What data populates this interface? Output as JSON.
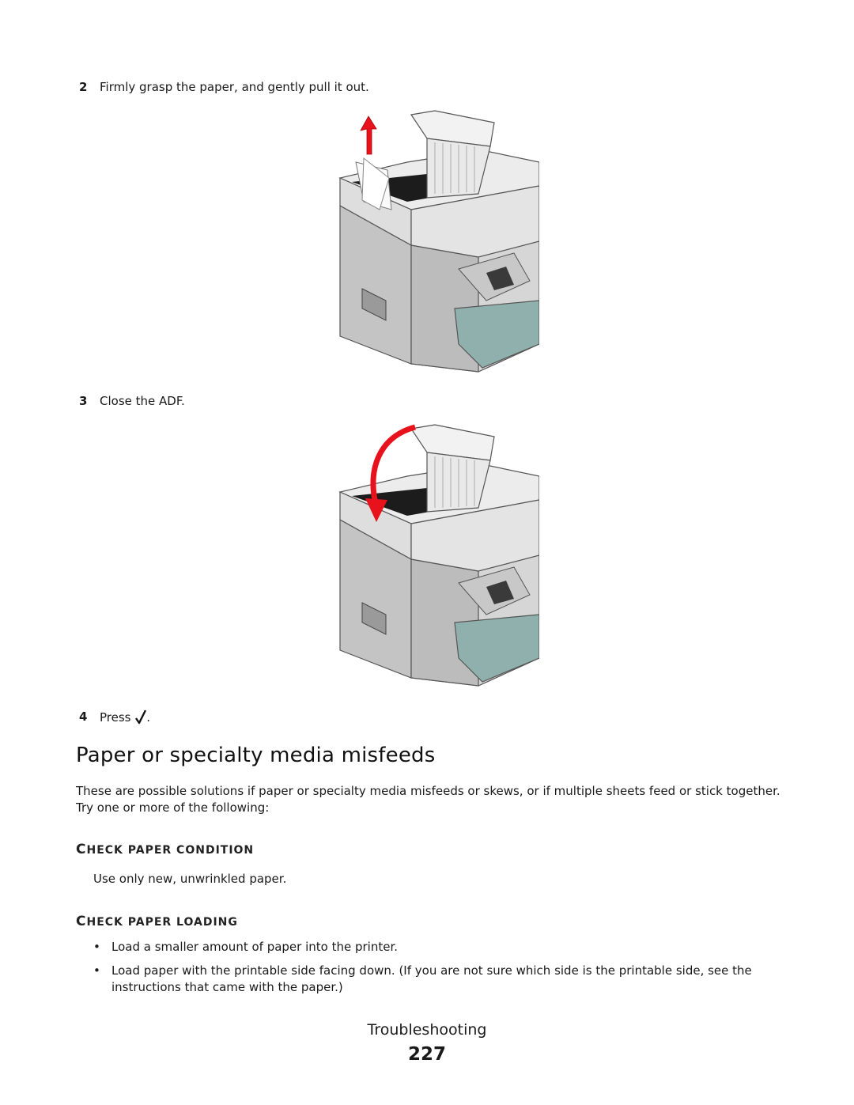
{
  "steps": [
    {
      "num": "2",
      "text": "Firmly grasp the paper, and gently pull it out."
    },
    {
      "num": "3",
      "text": "Close the ADF."
    },
    {
      "num": "4",
      "text_before": "Press",
      "icon": "checkmark-icon",
      "text_after": "."
    }
  ],
  "section": {
    "title": "Paper or specialty media misfeeds",
    "intro": "These are possible solutions if paper or specialty media misfeeds or skews, or if multiple sheets feed or stick together. Try one or more of the following:"
  },
  "subsections": [
    {
      "heading_initial": "C",
      "heading_rest": "HECK PAPER CONDITION",
      "body": "Use only new, unwrinkled paper."
    },
    {
      "heading_initial": "C",
      "heading_rest": "HECK PAPER LOADING",
      "bullets": [
        "Load a smaller amount of paper into the printer.",
        "Load paper with the printable side facing down. (If you are not sure which side is the printable side, see the instructions that came with the paper.)"
      ]
    }
  ],
  "footer": {
    "label": "Troubleshooting",
    "page_number": "227"
  },
  "colors": {
    "arrow": "#e8121c",
    "tray": "#8fb0ac",
    "printer_gray": "#cfcfcf"
  }
}
